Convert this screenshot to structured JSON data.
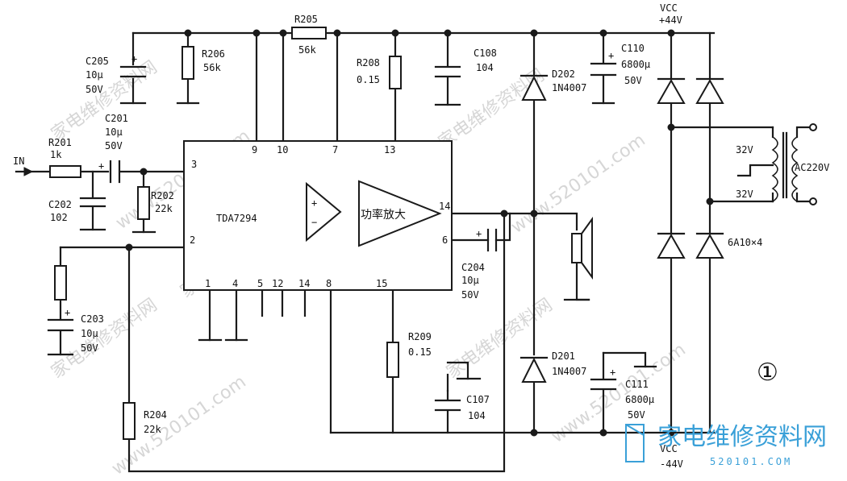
{
  "diagram": {
    "figure_number": "①",
    "ic": {
      "name": "TDA7294",
      "amp_label": "功率放大"
    },
    "input_label": "IN",
    "pins": [
      "9",
      "10",
      "7",
      "13",
      "3",
      "14",
      "2",
      "6",
      "1",
      "4",
      "5",
      "12",
      "14",
      "8",
      "15"
    ],
    "components": {
      "R201": {
        "ref": "R201",
        "value": "1k"
      },
      "C201": {
        "ref": "C201",
        "value1": "10µ",
        "value2": "50V"
      },
      "C202": {
        "ref": "C202",
        "value": "102"
      },
      "R202": {
        "ref": "R202",
        "value": "22k"
      },
      "C205": {
        "ref": "C205",
        "value1": "10µ",
        "value2": "50V"
      },
      "R206": {
        "ref": "R206",
        "value": "56k"
      },
      "R205": {
        "ref": "R205",
        "value": "56k"
      },
      "R208": {
        "ref": "R208",
        "value": "0.15"
      },
      "C108": {
        "ref": "C108",
        "value": "104"
      },
      "D202": {
        "ref": "D202",
        "value": "1N4007"
      },
      "C110": {
        "ref": "C110",
        "value1": "6800µ",
        "value2": "50V"
      },
      "C203": {
        "ref": "C203",
        "value1": "10µ",
        "value2": "50V"
      },
      "R204": {
        "ref": "R204",
        "value": "22k"
      },
      "C204": {
        "ref": "C204",
        "value1": "10µ",
        "value2": "50V"
      },
      "R209": {
        "ref": "R209",
        "value": "0.15"
      },
      "C107": {
        "ref": "C107",
        "value": "104"
      },
      "D201": {
        "ref": "D201",
        "value": "1N4007"
      },
      "C111": {
        "ref": "C111",
        "value1": "6800µ",
        "value2": "50V"
      },
      "bridge": {
        "value": "6A10×4"
      },
      "transformer": {
        "sec_top": "32V",
        "sec_bot": "32V",
        "primary": "AC220V"
      }
    },
    "rails": {
      "pos_top": "VCC",
      "pos_bot": "+44V",
      "neg_top": "VCC",
      "neg_bot": "-44V"
    }
  },
  "watermarks": {
    "cn": "家电维修资料网",
    "url": "www.520101.com",
    "logo_cn": "家电维修资料网",
    "logo_url": "520101.COM"
  }
}
